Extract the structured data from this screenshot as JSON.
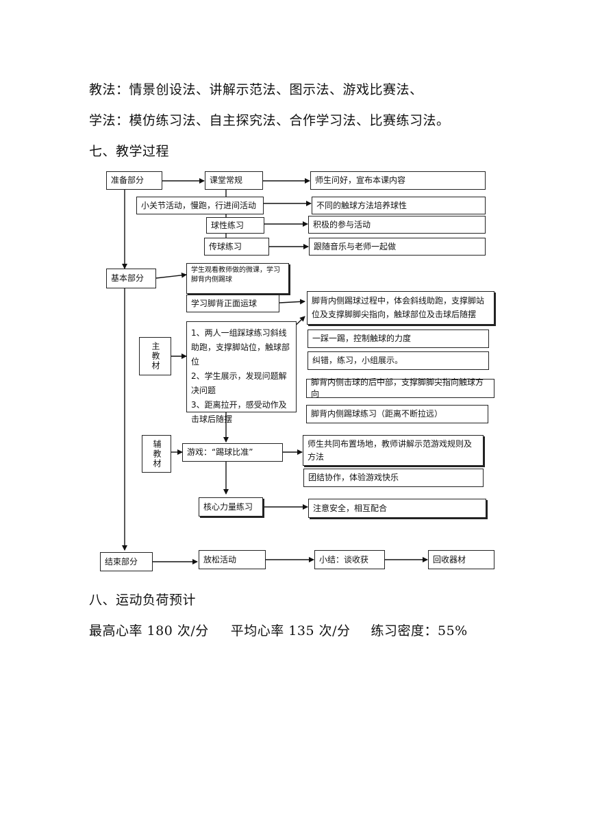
{
  "text": {
    "methods_teach": "教法：情景创设法、讲解示范法、图示法、游戏比赛法、",
    "methods_learn": "学法：模仿练习法、自主探究法、合作学习法、比赛练习法。",
    "section7": "七、教学过程",
    "section8": "八、运动负荷预计",
    "load_max": "最高心率 180 次/分",
    "load_avg": "平均心率 135 次/分",
    "load_density": "练习密度：55%"
  },
  "flow": {
    "prep": "准备部分",
    "class_routine": "课堂常规",
    "greeting": "师生问好，宣布本课内容",
    "warmup": "小关节活动，慢跑，行进间活动",
    "ball_sense_methods": "不同的触球方法培养球性",
    "ball_sense": "球性练习",
    "active": "积极的参与活动",
    "pass": "传球练习",
    "music": "跟随音乐与老师一起做",
    "basic": "基本部分",
    "watch_video": "学生观看教师做的微课，学习脚背内侧踢球",
    "instep_dribble": "学习脚背正面运球",
    "kick_process": "脚背内侧踢球过程中，体会斜线助跑，支撑脚站位及支撑脚脚尖指向，触球部位及击球后随摆",
    "main_material": "主教材",
    "practice_1": "1、两人一组踩球练习斜线助跑，支撑脚站位，触球部位",
    "practice_2": "2、学生展示，发现问题解决问题",
    "practice_3": "3、距离拉开，感受动作及击球后随摆",
    "step_kick": "一踩一踢，控制触球的力度",
    "correct": "纠错，练习，小组展示。",
    "strike_mid": "脚背内侧击球的后中部，支撑脚脚尖指向触球方向",
    "kick_practice": "脚背内侧踢球练习（距离不断拉远）",
    "aux_material": "辅教材",
    "game": "游戏：“踢球比准”",
    "game_setup": "师生共同布置场地，教师讲解示范游戏规则及方法",
    "teamwork": "团结协作，体验游戏快乐",
    "core": "核心力量练习",
    "safety": "注意安全，相互配合",
    "end": "结束部分",
    "relax": "放松活动",
    "summary": "小结：谈收获",
    "collect": "回收器材"
  }
}
